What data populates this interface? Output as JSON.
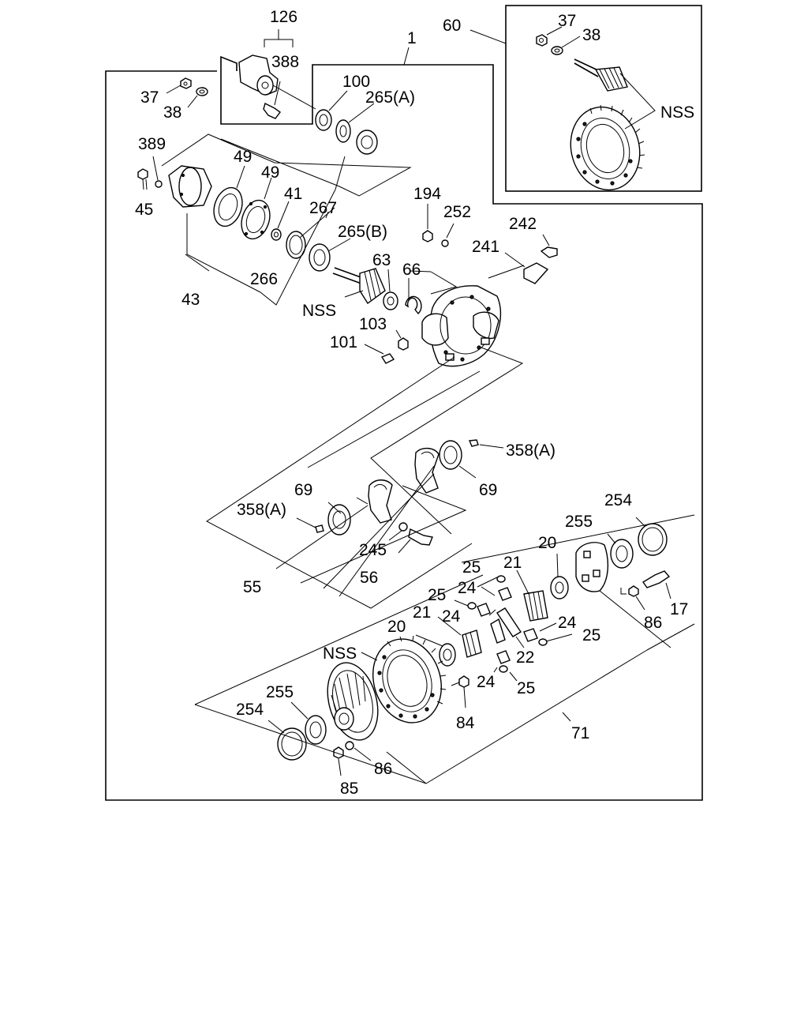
{
  "diagram": {
    "callouts": {
      "c1": "1",
      "c126": "126",
      "c388": "388",
      "c37a": "37",
      "c38a": "38",
      "c100": "100",
      "c265A": "265(A)",
      "c389": "389",
      "c49a": "49",
      "c49b": "49",
      "c45": "45",
      "c41": "41",
      "c267": "267",
      "c43": "43",
      "c266": "266",
      "c265B": "265(B)",
      "c63": "63",
      "c66": "66",
      "cNSSa": "NSS",
      "c103": "103",
      "c101": "101",
      "c194": "194",
      "c252": "252",
      "c242": "242",
      "c241": "241",
      "c60": "60",
      "c37b": "37",
      "c38b": "38",
      "cNSSb": "NSS",
      "c358Aa": "358(A)",
      "c69a": "69",
      "c69b": "69",
      "c358Ab": "358(A)",
      "c245": "245",
      "c56": "56",
      "c55": "55",
      "c254a": "254",
      "c255a": "255",
      "c20a": "20",
      "c21a": "21",
      "c25a": "25",
      "c24a": "24",
      "c25b": "25",
      "c24b": "24",
      "c21b": "21",
      "c20b": "20",
      "c24c": "24",
      "c25c": "25",
      "c22": "22",
      "c17": "17",
      "c86a": "86",
      "cNSSc": "NSS",
      "c24d": "24",
      "c25d": "25",
      "c84": "84",
      "c255b": "255",
      "c254b": "254",
      "c71": "71",
      "c86b": "86",
      "c85": "85"
    }
  }
}
